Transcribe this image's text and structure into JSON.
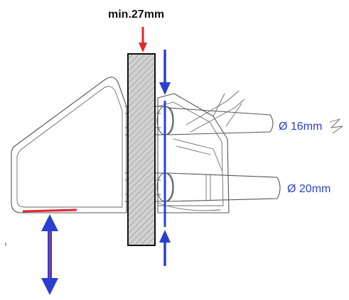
{
  "labels": {
    "min_thickness": "min.27mm",
    "tube_upper": "Ø 16mm",
    "tube_lower": "Ø 20mm"
  },
  "colors": {
    "red_marker": "#e0262b",
    "blue_marker": "#2a3fd0",
    "plate_outline": "#111111",
    "drawing_lines": "#555555"
  },
  "icons": {
    "thickness_pointer": "red-arrow-down-icon",
    "clamp_range": "blue-double-arrow-icon",
    "height_adjust": "double-headed-arrow-icon"
  }
}
